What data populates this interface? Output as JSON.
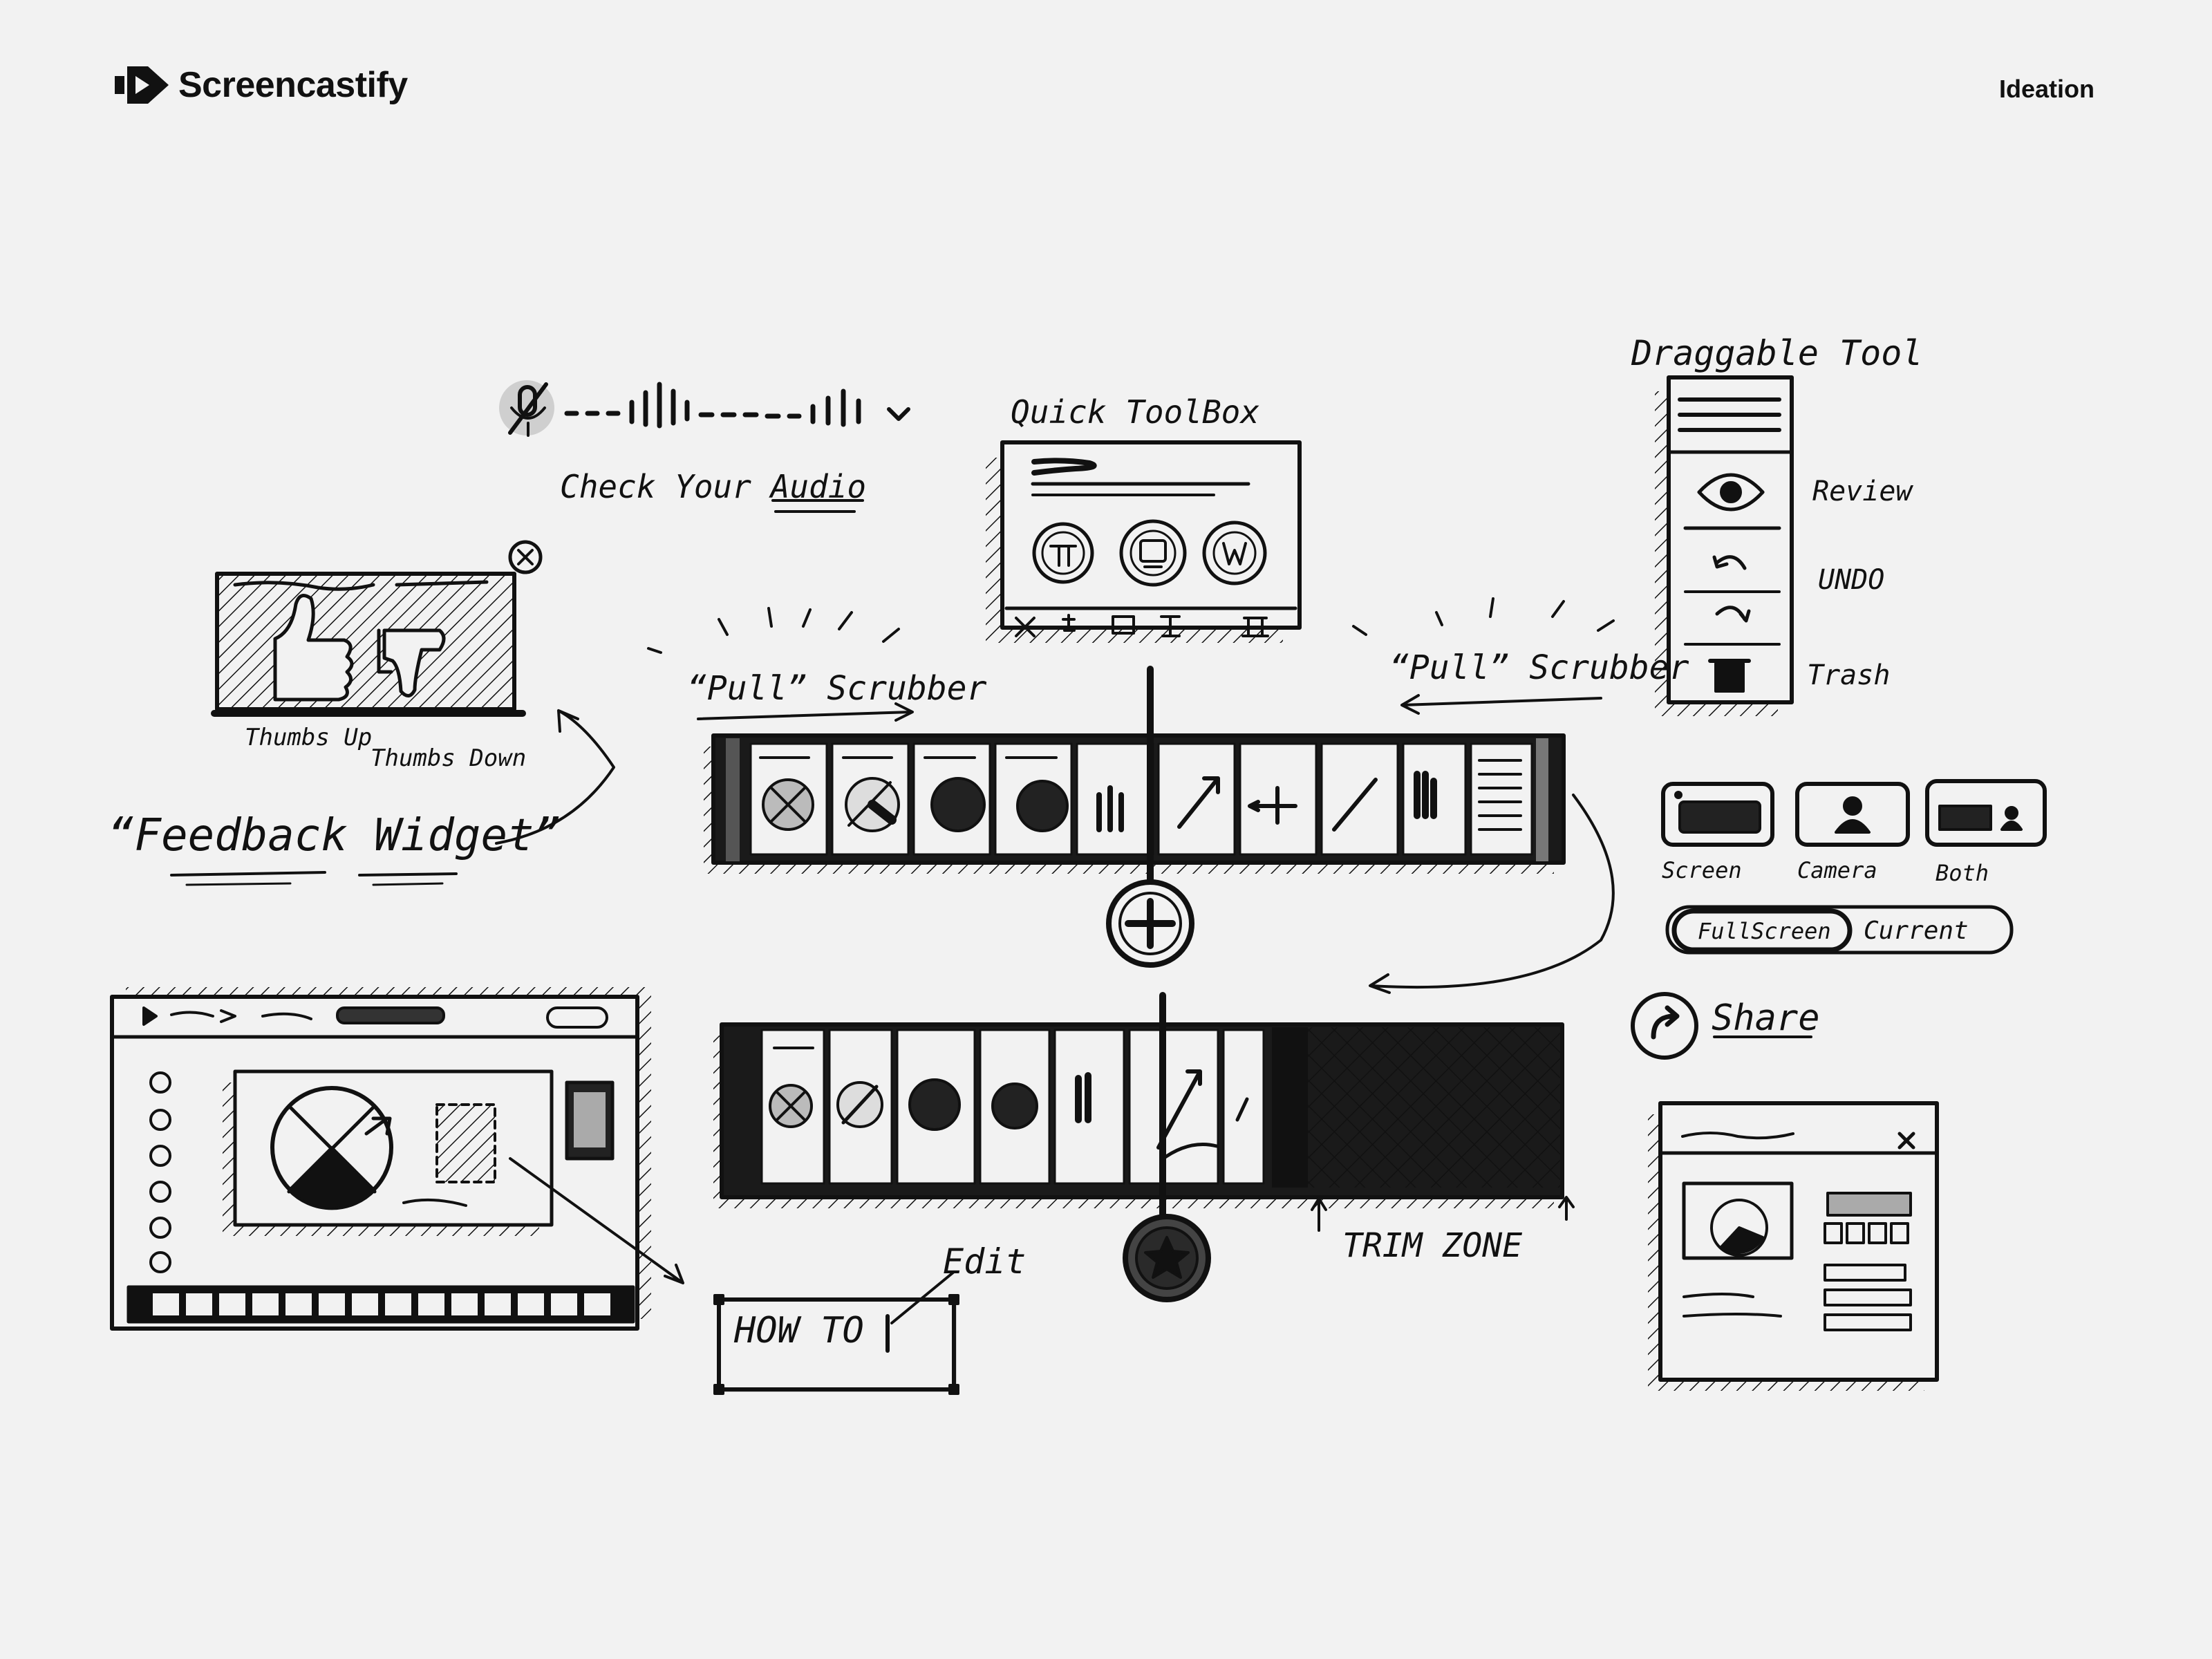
{
  "header": {
    "brand": "Screencastify",
    "section": "Ideation"
  },
  "icons": {
    "logo": "screencastify-play-logo",
    "mic": "microphone-icon",
    "chevron": "chevron-down-icon",
    "close": "close-icon",
    "thumbs_up": "thumbs-up-icon",
    "thumbs_down": "thumbs-down-icon",
    "eye": "eye-icon",
    "undo": "undo-icon",
    "redo": "redo-icon",
    "trash": "trash-icon",
    "share": "share-icon",
    "plus": "plus-icon",
    "star": "star-icon"
  },
  "sketch": {
    "audio_label": "Check Your Audio",
    "quick_toolbox_title": "Quick ToolBox",
    "draggable_tool_title": "Draggable Tool",
    "tool_review": "Review",
    "tool_undo": "UNDO",
    "tool_trash": "Trash",
    "pull_scrubber_left": "“Pull” Scrubber",
    "pull_scrubber_right": "“Pull” Scrubber",
    "thumbs_up": "Thumbs Up",
    "thumbs_down": "Thumbs Down",
    "feedback_widget": "“Feedback Widget”",
    "mode_screen": "Screen",
    "mode_camera": "Camera",
    "mode_both": "Both",
    "toggle_fullscreen": "FullScreen",
    "toggle_current": "Current",
    "share": "Share",
    "edit_label": "Edit",
    "how_to": "HOW TO",
    "trim_zone": "TRIM ZONE"
  },
  "colors": {
    "background": "#f2f2f2",
    "ink": "#111111"
  }
}
